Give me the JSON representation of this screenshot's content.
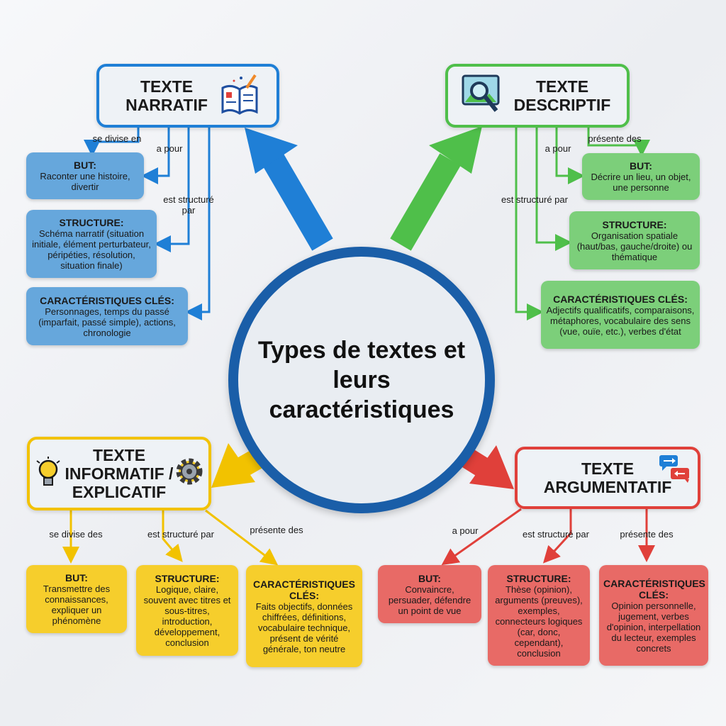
{
  "center": {
    "title": "Types de textes et leurs caractéristiques"
  },
  "colors": {
    "narratif": "#1f7fd6",
    "descriptif": "#4fbf4a",
    "informatif": "#f2c200",
    "argumentatif": "#e0403a",
    "center": "#1a5ea8"
  },
  "narratif": {
    "title": "TEXTE NARRATIF",
    "icon": "open-book-icon",
    "labels": {
      "l1": "se divise en",
      "l2": "a pour",
      "l3": "est structuré par"
    },
    "boxes": [
      {
        "head": "BUT:",
        "body": "Raconter une histoire, divertir"
      },
      {
        "head": "STRUCTURE:",
        "body": "Schéma narratif (situation initiale, élément perturbateur, péripéties, résolution, situation finale)"
      },
      {
        "head": "CARACTÉRISTIQUES CLÉS:",
        "body": "Personnages, temps du passé (imparfait, passé simple), actions, chronologie"
      }
    ]
  },
  "descriptif": {
    "title": "TEXTE DESCRIPTIF",
    "icon": "magnifier-image-icon",
    "labels": {
      "l1": "présente des",
      "l2": "a pour",
      "l3": "est structuré par"
    },
    "boxes": [
      {
        "head": "BUT:",
        "body": "Décrire un lieu, un objet, une personne"
      },
      {
        "head": "STRUCTURE:",
        "body": "Organisation spatiale (haut/bas, gauche/droite) ou thématique"
      },
      {
        "head": "CARACTÉRISTIQUES CLÉS:",
        "body": "Adjectifs qualificatifs, comparaisons, métaphores, vocabulaire des sens (vue, ouïe, etc.), verbes d'état"
      }
    ]
  },
  "informatif": {
    "title": "TEXTE INFORMATIF / EXPLICATIF",
    "icons": [
      "lightbulb-icon",
      "gear-icon"
    ],
    "labels": {
      "l1": "se divise des",
      "l2": "est structuré par",
      "l3": "présente des"
    },
    "boxes": [
      {
        "head": "BUT:",
        "body": "Transmettre des connaissances, expliquer un phénomène"
      },
      {
        "head": "STRUCTURE:",
        "body": "Logique, claire, souvent avec titres et sous-titres, introduction, développement, conclusion"
      },
      {
        "head": "CARACTÉRISTIQUES CLÉS:",
        "body": "Faits objectifs, données chiffrées, définitions, vocabulaire technique, présent de vérité générale, ton neutre"
      }
    ]
  },
  "argumentatif": {
    "title": "TEXTE ARGUMENTATIF",
    "icon": "speech-bubbles-icon",
    "labels": {
      "l1": "a pour",
      "l2": "est structuré par",
      "l3": "présente des"
    },
    "boxes": [
      {
        "head": "BUT:",
        "body": "Convaincre, persuader, défendre un point de vue"
      },
      {
        "head": "STRUCTURE:",
        "body": "Thèse (opinion), arguments (preuves), exemples, connecteurs logiques (car, donc, cependant), conclusion"
      },
      {
        "head": "CARACTÉRISTIQUES CLÉS:",
        "body": "Opinion personnelle, jugement, verbes d'opinion, interpellation du lecteur, exemples concrets"
      }
    ]
  }
}
